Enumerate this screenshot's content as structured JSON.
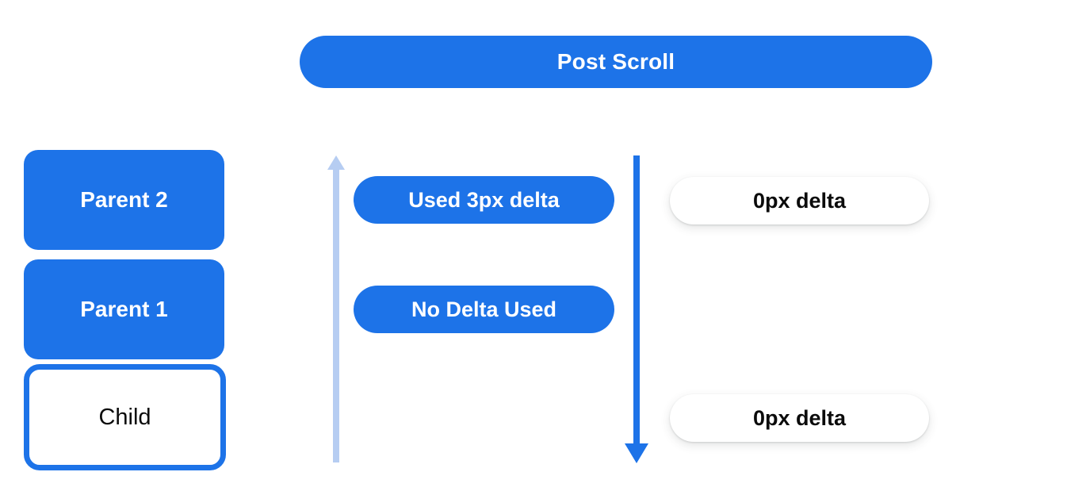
{
  "colors": {
    "primary_blue": "#1d73e8",
    "light_blue": "#b6cdf2",
    "text_dark": "#0b0b0b",
    "white": "#ffffff"
  },
  "banner": {
    "label": "Post Scroll"
  },
  "view_stack": {
    "items": [
      {
        "label": "Parent 2",
        "style": "filled"
      },
      {
        "label": "Parent 1",
        "style": "filled"
      },
      {
        "label": "Child",
        "style": "outlined"
      }
    ]
  },
  "scroll_flow": {
    "up_arrow": "light-blue-upward-arrow",
    "down_arrow": "blue-downward-arrow",
    "delta_labels": [
      {
        "text": "Used 3px delta"
      },
      {
        "text": "No Delta Used"
      }
    ]
  },
  "result_deltas": [
    {
      "text": "0px delta"
    },
    {
      "text": "0px delta"
    }
  ]
}
